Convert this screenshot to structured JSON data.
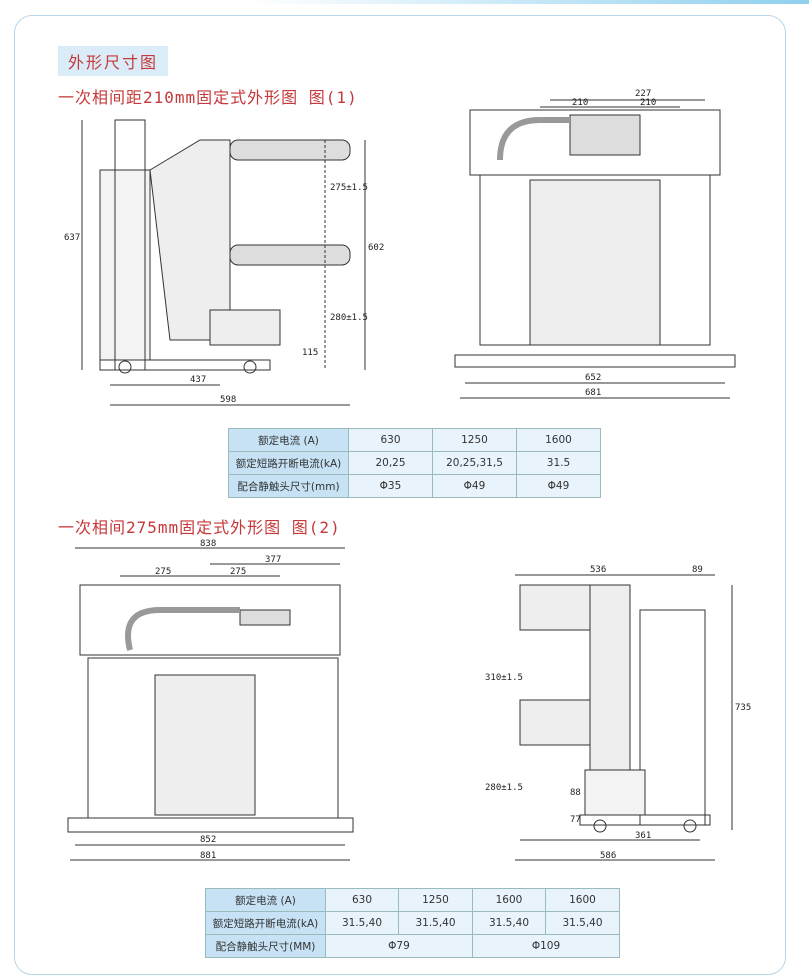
{
  "section_title": "外形尺寸图",
  "figure1": {
    "title": "一次相间距210mm固定式外形图 图(1)",
    "side_dims": {
      "height": "637",
      "upper": "275±1.5",
      "lower": "280±1.5",
      "total": "602",
      "base": "115",
      "w1": "437",
      "w2": "598"
    },
    "front_dims": {
      "top": "227",
      "p1": "210",
      "p2": "210",
      "w1": "652",
      "w2": "681"
    }
  },
  "table1": {
    "rows": [
      {
        "label": "额定电流 (A)",
        "values": [
          "630",
          "1250",
          "1600"
        ]
      },
      {
        "label": "额定短路开断电流(kA)",
        "values": [
          "20,25",
          "20,25,31,5",
          "31.5"
        ]
      },
      {
        "label": "配合静触头尺寸(mm)",
        "values": [
          "Φ35",
          "Φ49",
          "Φ49"
        ]
      }
    ]
  },
  "figure2": {
    "title": "一次相间275mm固定式外形图 图(2)",
    "front_dims": {
      "top": "838",
      "right": "377",
      "p1": "275",
      "p2": "275",
      "w1": "852",
      "w2": "881"
    },
    "side_dims": {
      "top": "536",
      "top2": "89",
      "upper": "310±1.5",
      "lower": "280±1.5",
      "height": "735",
      "h88": "88",
      "h77": "77",
      "w1": "361",
      "w2": "586"
    }
  },
  "table2": {
    "rows": [
      {
        "label": "额定电流 (A)",
        "values": [
          "630",
          "1250",
          "1600",
          "1600"
        ]
      },
      {
        "label": "额定短路开断电流(kA)",
        "values": [
          "31.5,40",
          "31.5,40",
          "31.5,40",
          "31.5,40"
        ]
      },
      {
        "label": "配合静触头尺寸(MM)",
        "values": [
          "Φ79",
          "Φ109"
        ]
      }
    ]
  }
}
